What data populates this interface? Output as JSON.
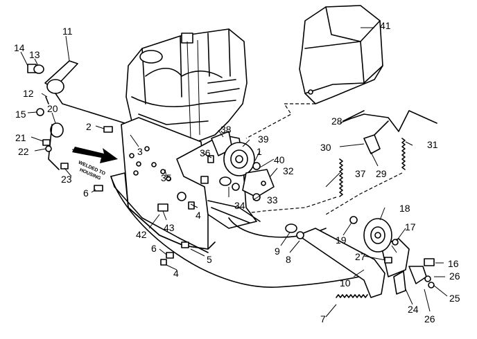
{
  "callouts": [
    {
      "id": "c14",
      "text": "14"
    },
    {
      "id": "c13",
      "text": "13"
    },
    {
      "id": "c11",
      "text": "11"
    },
    {
      "id": "c12",
      "text": "12"
    },
    {
      "id": "c15",
      "text": "15"
    },
    {
      "id": "c20",
      "text": "20"
    },
    {
      "id": "c21",
      "text": "21"
    },
    {
      "id": "c22",
      "text": "22"
    },
    {
      "id": "c23",
      "text": "23"
    },
    {
      "id": "c6a",
      "text": "6"
    },
    {
      "id": "c2",
      "text": "2"
    },
    {
      "id": "c3",
      "text": "3"
    },
    {
      "id": "c35",
      "text": "35"
    },
    {
      "id": "c36",
      "text": "36"
    },
    {
      "id": "c38",
      "text": "38"
    },
    {
      "id": "c39",
      "text": "39"
    },
    {
      "id": "c1",
      "text": "1"
    },
    {
      "id": "c40",
      "text": "40"
    },
    {
      "id": "c32",
      "text": "32"
    },
    {
      "id": "c37",
      "text": "37"
    },
    {
      "id": "c33",
      "text": "33"
    },
    {
      "id": "c34",
      "text": "34"
    },
    {
      "id": "c4a",
      "text": "4"
    },
    {
      "id": "c43",
      "text": "43"
    },
    {
      "id": "c42",
      "text": "42"
    },
    {
      "id": "c6b",
      "text": "6"
    },
    {
      "id": "c5",
      "text": "5"
    },
    {
      "id": "c4b",
      "text": "4"
    },
    {
      "id": "c41",
      "text": "41"
    },
    {
      "id": "c28",
      "text": "28"
    },
    {
      "id": "c30",
      "text": "30"
    },
    {
      "id": "c29",
      "text": "29"
    },
    {
      "id": "c31",
      "text": "31"
    },
    {
      "id": "c18",
      "text": "18"
    },
    {
      "id": "c19",
      "text": "19"
    },
    {
      "id": "c17",
      "text": "17"
    },
    {
      "id": "c9",
      "text": "9"
    },
    {
      "id": "c8",
      "text": "8"
    },
    {
      "id": "c27",
      "text": "27"
    },
    {
      "id": "c16",
      "text": "16"
    },
    {
      "id": "c26a",
      "text": "26"
    },
    {
      "id": "c10",
      "text": "10"
    },
    {
      "id": "c25",
      "text": "25"
    },
    {
      "id": "c24",
      "text": "24"
    },
    {
      "id": "c26b",
      "text": "26"
    },
    {
      "id": "c7",
      "text": "7"
    }
  ],
  "annotation": {
    "line1": "WELDED TO",
    "line2": "HOUSING"
  },
  "icons": {
    "arrow": "direction-arrow-icon"
  }
}
